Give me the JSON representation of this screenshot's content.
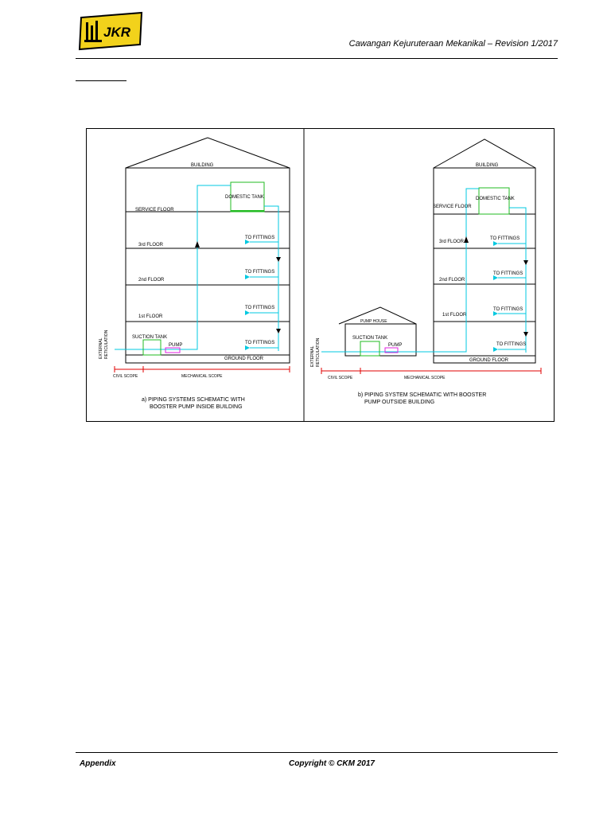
{
  "header": {
    "logo_text": "JKR",
    "title": "Cawangan Kejuruteraan Mekanikal – Revision 1/2017"
  },
  "diagram_a": {
    "building": "BUILDING",
    "domestic_tank": "DOMESTIC TANK",
    "floors": [
      "SERVICE FLOOR",
      "3rd FLOOR",
      "2nd FLOOR",
      "1st FLOOR",
      "GROUND FLOOR"
    ],
    "to_fittings": "TO FITTINGS",
    "suction_tank": "SUCTION TANK",
    "pump": "PUMP",
    "external_line1": "EXTERNAL",
    "external_line2": "RETICULATION",
    "civil_scope": "CIVIL SCOPE",
    "mechanical_scope": "MECHANICAL SCOPE",
    "caption_line1": "a) PIPING SYSTEMS SCHEMATIC WITH",
    "caption_line2": "BOOSTER PUMP INSIDE BUILDING"
  },
  "diagram_b": {
    "building": "BUILDING",
    "pump_house": "PUMP HOUSE",
    "domestic_tank": "DOMESTIC TANK",
    "floors": [
      "SERVICE FLOOR",
      "3rd FLOOR",
      "2nd FLOOR",
      "1st FLOOR",
      "GROUND FLOOR"
    ],
    "to_fittings": "TO FITTINGS",
    "suction_tank": "SUCTION TANK",
    "pump": "PUMP",
    "external_line1": "EXTERNAL",
    "external_line2": "RETICULATION",
    "civil_scope": "CIVIL SCOPE",
    "mechanical_scope": "MECHANICAL SCOPE",
    "caption_line1": "b) PIPING SYSTEM SCHEMATIC WITH BOOSTER",
    "caption_line2": "PUMP OUTSIDE BUILDING"
  },
  "footer": {
    "left": "Appendix",
    "center": "Copyright © CKM 2017"
  },
  "colors": {
    "pipe": "#00c8e0",
    "tank": "#22bb22",
    "pump": "#e020e0",
    "scope": "#e00000",
    "logo_fill": "#f2d21b"
  }
}
